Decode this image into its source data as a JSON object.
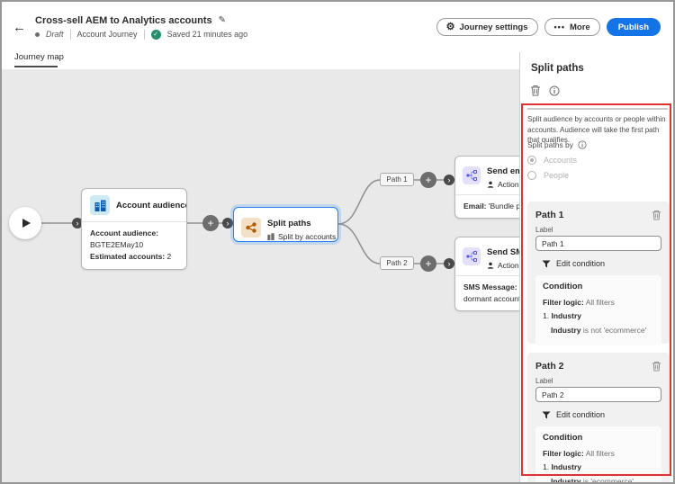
{
  "header": {
    "back_icon": "←",
    "title": "Cross-sell AEM to Analytics accounts",
    "pencil_icon": "✎",
    "status_label": "Draft",
    "journey_type": "Account Journey",
    "saved_status": "Saved 21 minutes ago",
    "check_glyph": "✓",
    "buttons": {
      "journey_settings": "Journey settings",
      "gear_glyph": "⚙",
      "more": "More",
      "more_glyph": "•••",
      "publish": "Publish"
    }
  },
  "tabs": {
    "journey_map": "Journey map"
  },
  "canvas": {
    "plus_glyph": "+",
    "chevron_glyph": "›",
    "account_node": {
      "title": "Account audience",
      "audience_label": "Account audience:",
      "audience_value": "BGTE2EMay10",
      "estimated_label": "Estimated accounts:",
      "estimated_value": "2"
    },
    "split_node": {
      "title": "Split paths",
      "subtitle": "Split by accounts"
    },
    "path1_edge_label": "Path 1",
    "path2_edge_label": "Path 2",
    "email_node": {
      "title": "Send email",
      "subtitle": "Action on p",
      "detail_label": "Email:",
      "detail_value": "'Bundle promo"
    },
    "sms_node": {
      "title": "Send SMS",
      "subtitle": "Action on p",
      "detail_label": "SMS Message:",
      "detail_line1": "'Engag",
      "detail_line2": "dormant account con"
    }
  },
  "panel": {
    "title": "Split paths",
    "description": "Split audience by accounts or people within accounts. Audience will take the first path that qualifies.",
    "split_by_label": "Split paths by",
    "options": {
      "accounts": "Accounts",
      "people": "People"
    },
    "paths": [
      {
        "title": "Path 1",
        "field_label": "Label",
        "field_value": "Path 1",
        "edit_condition": "Edit condition",
        "condition_title": "Condition",
        "filter_logic_label": "Filter logic:",
        "filter_logic_value": "All filters",
        "row_number": "1.",
        "row_field": "Industry",
        "cond_field": "Industry",
        "cond_text": "is not 'ecommerce'"
      },
      {
        "title": "Path 2",
        "field_label": "Label",
        "field_value": "Path 2",
        "edit_condition": "Edit condition",
        "condition_title": "Condition",
        "filter_logic_label": "Filter logic:",
        "filter_logic_value": "All filters",
        "row_number": "1.",
        "row_field": "Industry",
        "cond_field": "Industry",
        "cond_text": "is 'ecommerce'"
      }
    ]
  },
  "colors": {
    "accent_blue": "#1473e6",
    "selected_node_border": "#2680eb",
    "annotation_red": "#dd3333",
    "saved_green": "#268e6c",
    "canvas_bg": "#e9e9e9"
  }
}
